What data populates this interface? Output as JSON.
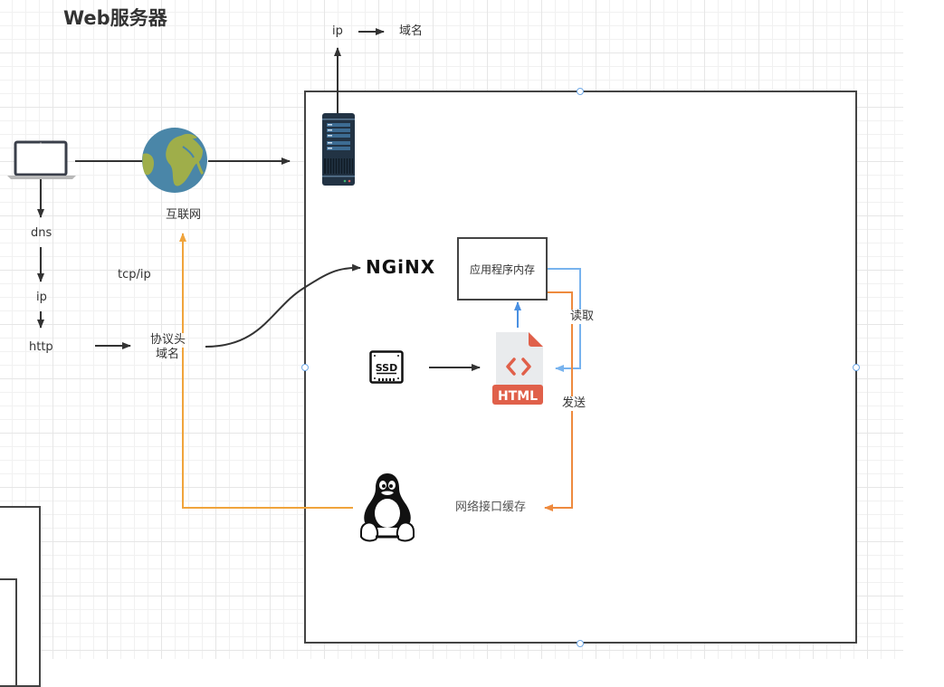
{
  "diagram": {
    "title": "Web服务器",
    "top_flow": {
      "from": "ip",
      "to": "域名"
    },
    "client_chain": [
      "dns",
      "ip",
      "http"
    ],
    "internet_label": "互联网",
    "protocol_label": "tcp/ip",
    "header_label_line1": "协议头",
    "header_label_line2": "域名",
    "app_memory_label": "应用程序内存",
    "read_label": "读取",
    "send_label": "发送",
    "network_cache_label": "网络接口缓存",
    "nginx_logo_text": "NGiNX",
    "html_file_badge": "HTML",
    "ssd_text": "SSD",
    "colors": {
      "stroke": "#333333",
      "orange": "#f0a43c",
      "send_orange": "#ee8a3e",
      "blue": "#78b3ee",
      "html_red": "#e0604a",
      "globe_water": "#4a86a8",
      "globe_land": "#9fae4a",
      "server_dark": "#223344",
      "server_accent": "#3d6c93"
    },
    "icons": [
      "laptop-icon",
      "globe-icon",
      "server-icon",
      "nginx-logo",
      "ssd-icon",
      "html-file-icon",
      "linux-penguin-icon"
    ]
  }
}
